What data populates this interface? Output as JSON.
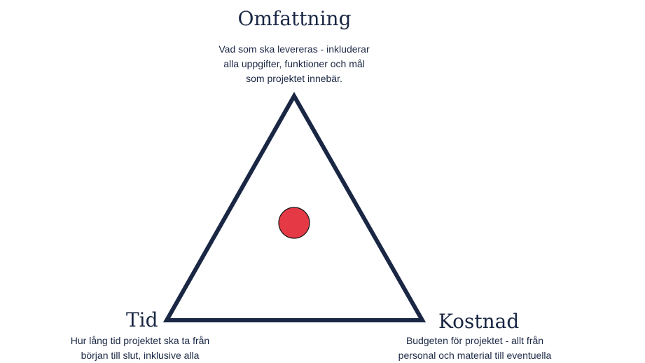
{
  "diagram": {
    "top": {
      "title": "Omfattning",
      "lines": [
        "Vad som ska levereras - inkluderar",
        "alla uppgifter, funktioner och mål",
        "som projektet innebär."
      ]
    },
    "left": {
      "title": "Tid",
      "lines": [
        "Hur lång tid projektet ska ta från",
        "början till slut, inklusive alla"
      ]
    },
    "right": {
      "title": "Kostnad",
      "lines": [
        "Budgeten för projektet - allt från",
        "personal och material till eventuella"
      ]
    },
    "colors": {
      "triangle_stroke": "#1a2744",
      "marker_fill": "#e63946",
      "marker_stroke": "#1a1a1a",
      "text": "#1a2744"
    }
  }
}
